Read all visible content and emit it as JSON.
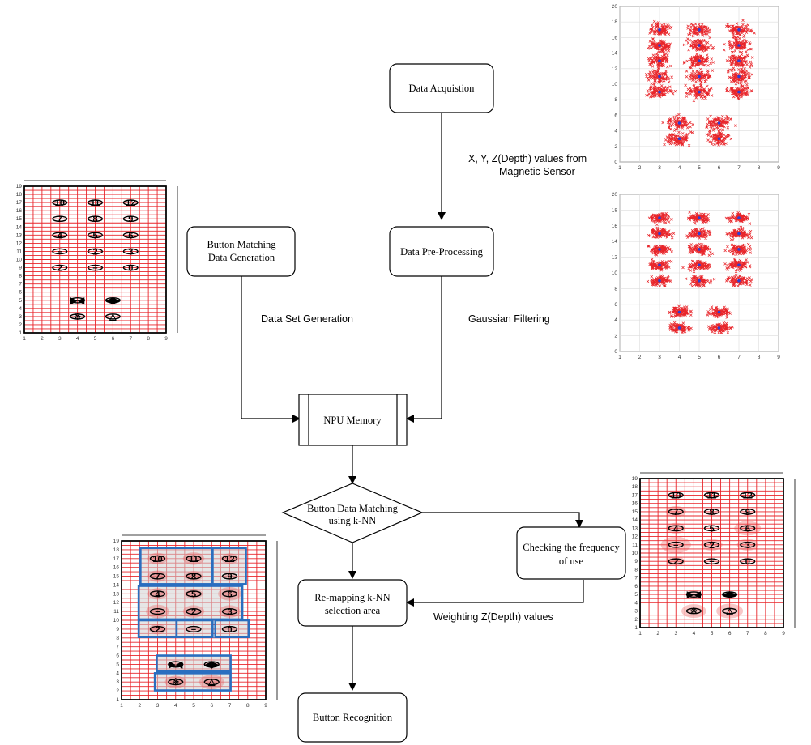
{
  "flow": {
    "nodes": [
      {
        "id": "acq",
        "label_lines": [
          "Data Acquistion"
        ]
      },
      {
        "id": "pre",
        "label_lines": [
          "Data Pre-Processing"
        ]
      },
      {
        "id": "btngen",
        "label_lines": [
          "Button Matching",
          "Data Generation"
        ]
      },
      {
        "id": "npu",
        "label_lines": [
          "NPU Memory"
        ]
      },
      {
        "id": "knn",
        "label_lines": [
          "Button Data Matching",
          "using k-NN"
        ]
      },
      {
        "id": "freq",
        "label_lines": [
          "Checking the frequency",
          "of use"
        ]
      },
      {
        "id": "remap",
        "label_lines": [
          "Re-mapping k-NN",
          "selection area"
        ]
      },
      {
        "id": "recog",
        "label_lines": [
          "Button Recognition"
        ]
      }
    ],
    "edge_labels": {
      "acq_pre": [
        "X, Y, Z(Depth) values from",
        "Magnetic Sensor"
      ],
      "gen_npu": [
        "Data Set Generation"
      ],
      "pre_npu": [
        "Gaussian Filtering"
      ],
      "freq_remap": [
        "Weighting Z(Depth) values"
      ]
    }
  },
  "keypad": {
    "rows": [
      [
        "10",
        "11",
        "12"
      ],
      [
        "7",
        "8",
        "9"
      ],
      [
        "4",
        "5",
        "6"
      ],
      [
        "−",
        "2",
        "3"
      ],
      [
        "2",
        "−",
        "0"
      ]
    ],
    "bottom_rows": [
      [
        "▶◀",
        "◀▶"
      ],
      [
        "※",
        "△"
      ]
    ]
  },
  "grids": {
    "x_ticks": [
      "1",
      "2",
      "3",
      "4",
      "5",
      "6",
      "7",
      "8",
      "9"
    ],
    "y_ticks": [
      "1",
      "2",
      "3",
      "4",
      "5",
      "6",
      "7",
      "8",
      "9",
      "10",
      "11",
      "12",
      "13",
      "14",
      "15",
      "16",
      "17",
      "18",
      "19"
    ]
  },
  "chart_data": [
    {
      "type": "scatter",
      "name_hint": "raw",
      "x_ticks": [
        1,
        2,
        3,
        4,
        5,
        6,
        7,
        8,
        9
      ],
      "y_ticks": [
        0,
        2,
        4,
        6,
        8,
        10,
        12,
        14,
        16,
        18,
        20
      ],
      "xlim": [
        1,
        9
      ],
      "ylim": [
        0,
        20
      ],
      "grid": true,
      "series_color": "#e8252a",
      "centers": [
        [
          3,
          17
        ],
        [
          5,
          17
        ],
        [
          7,
          17
        ],
        [
          3,
          15
        ],
        [
          5,
          15
        ],
        [
          7,
          15
        ],
        [
          3,
          13
        ],
        [
          5,
          13
        ],
        [
          7,
          13
        ],
        [
          3,
          11
        ],
        [
          5,
          11
        ],
        [
          7,
          11
        ],
        [
          3,
          9
        ],
        [
          5,
          9
        ],
        [
          7,
          9
        ],
        [
          4,
          5
        ],
        [
          6,
          5
        ],
        [
          4,
          3
        ],
        [
          6,
          3
        ]
      ]
    },
    {
      "type": "scatter",
      "name_hint": "filtered",
      "x_ticks": [
        1,
        2,
        3,
        4,
        5,
        6,
        7,
        8,
        9
      ],
      "y_ticks": [
        0,
        2,
        4,
        6,
        8,
        10,
        12,
        14,
        16,
        18,
        20
      ],
      "xlim": [
        1,
        9
      ],
      "ylim": [
        0,
        20
      ],
      "grid": true,
      "series_color": "#e8252a",
      "centers": [
        [
          3,
          17
        ],
        [
          5,
          17
        ],
        [
          7,
          17
        ],
        [
          3,
          15
        ],
        [
          5,
          15
        ],
        [
          7,
          15
        ],
        [
          3,
          13
        ],
        [
          5,
          13
        ],
        [
          7,
          13
        ],
        [
          3,
          11
        ],
        [
          5,
          11
        ],
        [
          7,
          11
        ],
        [
          3,
          9
        ],
        [
          5,
          9
        ],
        [
          7,
          9
        ],
        [
          4,
          5
        ],
        [
          6,
          5
        ],
        [
          4,
          3
        ],
        [
          6,
          3
        ]
      ]
    }
  ]
}
